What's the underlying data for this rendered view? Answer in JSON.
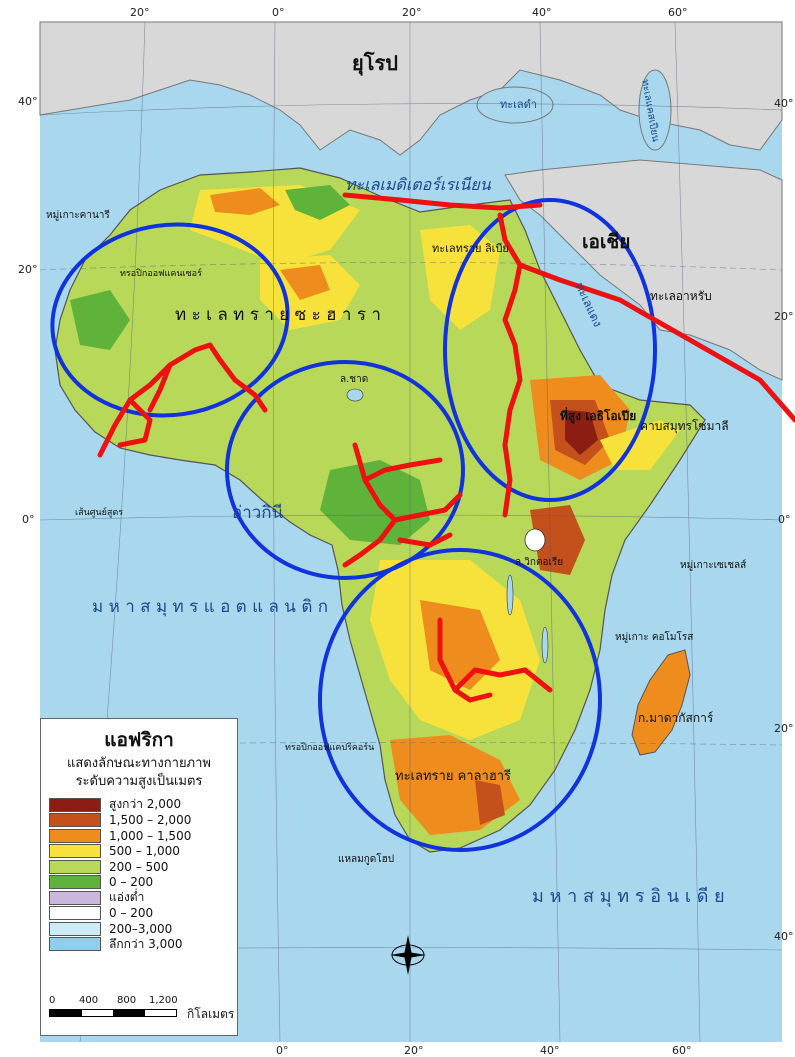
{
  "colors": {
    "ocean": "#a9d8ee",
    "ocean_deep": "#8cc9e8",
    "land_other": "#d8d8d8",
    "annotation_circle": "#1133dd",
    "annotation_river": "#ee1111"
  },
  "map": {
    "top_ticks": [
      "20°",
      "0°",
      "20°",
      "40°",
      "60°"
    ],
    "bottom_ticks": [
      "0°",
      "20°",
      "40°",
      "60°"
    ],
    "left_ticks": [
      "40°",
      "20°",
      "0°"
    ],
    "right_ticks": [
      "40°",
      "20°",
      "0°",
      "20°",
      "40°"
    ],
    "labels": {
      "europe": "ยุโรป",
      "asia": "เอเชีย",
      "mediterranean": "ทะเลเมดิเตอร์เรเนียน",
      "sahara": "ท ะ เ ล ท ร า ย ซ ะ ฮ า ร า",
      "atlantic": "ม ห า ส มุ ท ร แ อ ต แ ล น ติ ก",
      "indian": "ม ห า ส มุ ท ร อิ น เ ดี ย",
      "arabian_sea": "ทะเลอาหรับ",
      "gulf_guinea": "อ่าวกินี",
      "kalahari": "ทะเลทราย คาลาฮารี",
      "madagascar": "ก.มาดากัสการ์",
      "ethiopia": "ที่สูง เอธิโอเปีย",
      "somalia": "คาบสมุทรโซมาลี",
      "black_sea": "ทะเลดำ",
      "canary": "หมู่เกาะคานารี",
      "red_sea": "ทะเลแดง",
      "libyan_desert": "ทะเลทราย ลิเบีย",
      "cape_good_hope": "แหลมกูดโฮป",
      "tropic_cancer": "ทรอปิกออฟแคนเซอร์",
      "tropic_capricorn": "ทรอปิกออฟแคปริคอร์น",
      "equator": "เส้นศูนย์สูตร",
      "seychelles": "หมู่เกาะเซเชลส์",
      "comoros": "หมู่เกาะ คอโมโรส",
      "lake_chad": "ล.ชาด",
      "lake_victoria": "ล.วิกตอเรีย",
      "caspian": "ทะเลแคสเปียน"
    }
  },
  "legend": {
    "title": "แอฟริกา",
    "subtitle1": "แสดงลักษณะทางกายภาพ",
    "subtitle2": "ระดับความสูงเป็นเมตร",
    "rows": [
      {
        "label": "สูงกว่า 2,000",
        "color": "#8b1d12"
      },
      {
        "label": "1,500 – 2,000",
        "color": "#c4501c"
      },
      {
        "label": "1,000 – 1,500",
        "color": "#ee8c1e"
      },
      {
        "label": "500 – 1,000",
        "color": "#f6e23b"
      },
      {
        "label": "200 – 500",
        "color": "#b8d85a"
      },
      {
        "label": "0 – 200",
        "color": "#5fb33a"
      },
      {
        "label": "แอ่งต่ำ",
        "color": "#c9b8dc"
      },
      {
        "label": "0 – 200",
        "color": "#ffffff"
      },
      {
        "label": "200–3,000",
        "color": "#cdeaf7"
      },
      {
        "label": "ลึกกว่า 3,000",
        "color": "#8fcdec"
      }
    ],
    "scale": {
      "ticks": [
        "0",
        "400",
        "800",
        "1,200"
      ],
      "unit": "กิโลเมตร"
    }
  }
}
